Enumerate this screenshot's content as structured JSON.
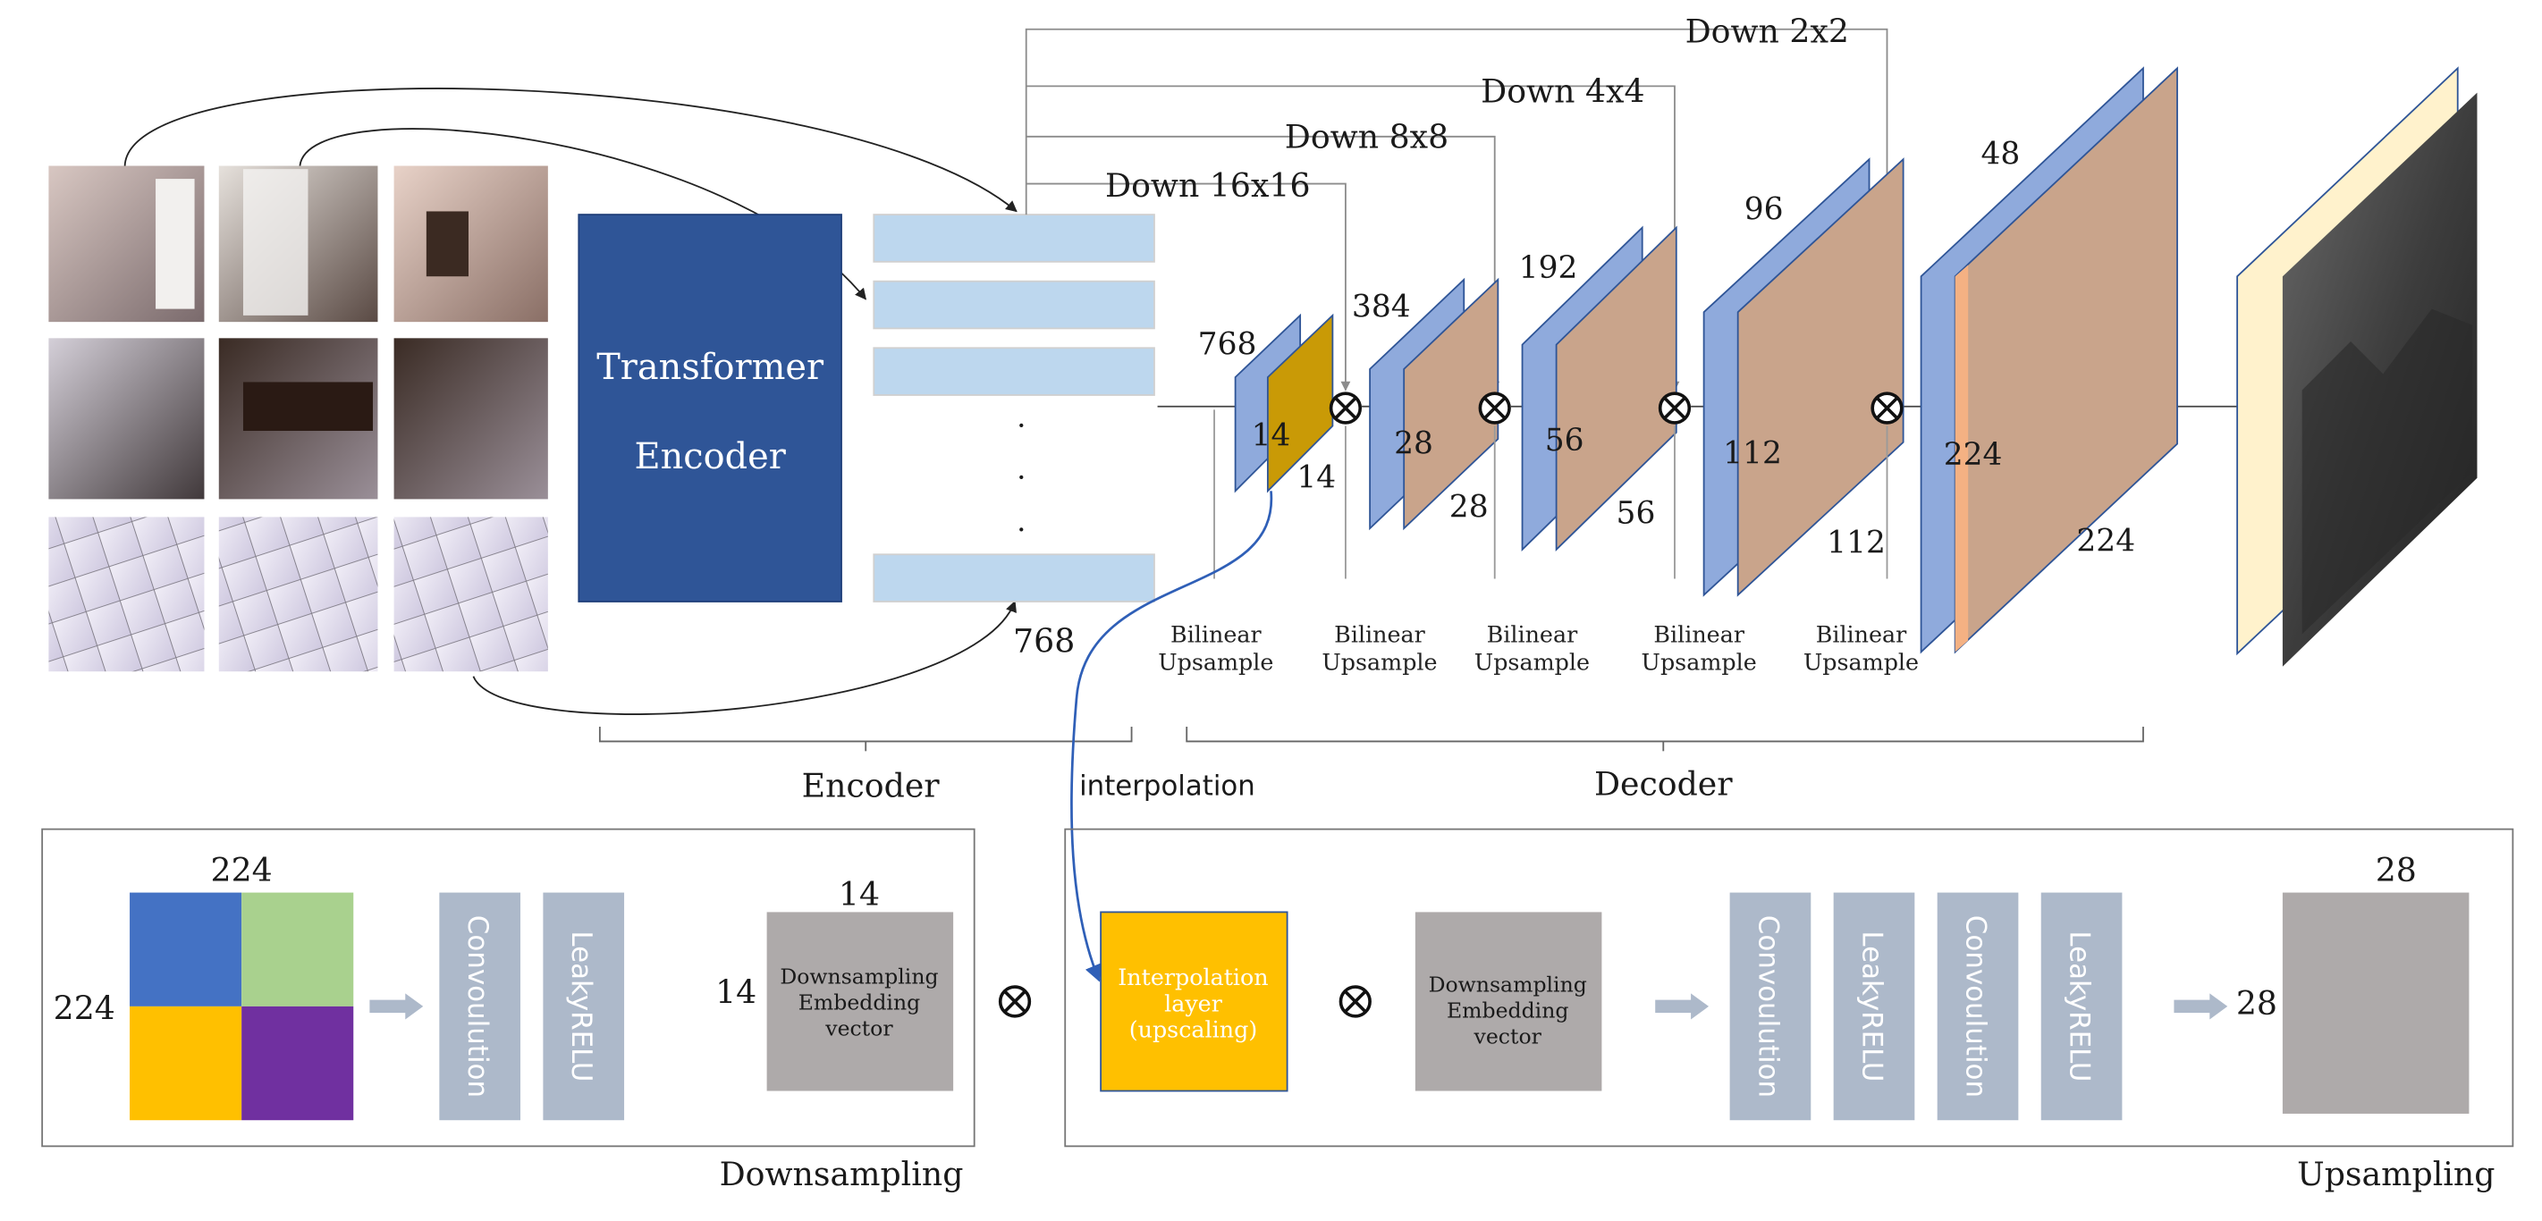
{
  "encoder": {
    "block_line1": "Transformer",
    "block_line2": "Encoder",
    "token_dim": "768",
    "dots": [
      "·",
      "·",
      "·"
    ],
    "section_label": "Encoder"
  },
  "skips": {
    "down16": "Down 16x16",
    "down8": "Down 8x8",
    "down4": "Down 4x4",
    "down2": "Down 2x2"
  },
  "decoder": {
    "section_label": "Decoder",
    "stage1": {
      "channels": "768",
      "h": "14",
      "w": "14"
    },
    "stage2": {
      "channels": "384",
      "h": "28",
      "w": "28"
    },
    "stage3": {
      "channels": "192",
      "h": "56",
      "w": "56"
    },
    "stage4": {
      "channels": "96",
      "h": "112",
      "w": "112"
    },
    "stage5": {
      "channels": "48",
      "h": "224",
      "w": "224"
    },
    "upsample_line1": "Bilinear",
    "upsample_line2": "Upsample",
    "interpolation": "interpolation"
  },
  "downsampling": {
    "section_label": "Downsampling",
    "grid_top": "224",
    "grid_left": "224",
    "quadrant_colors": [
      "#4472c4",
      "#a9d18e",
      "#ffc000",
      "#7030a0"
    ],
    "conv": "Convoulution",
    "relu": "LeakyRELU",
    "embed_top": "14",
    "embed_left": "14",
    "embed_line1": "Downsampling",
    "embed_line2": "Embedding",
    "embed_line3": "vector",
    "otimes": "⊗"
  },
  "upsampling": {
    "section_label": "Upsampling",
    "interp_line1": "Interpolation",
    "interp_line2": "layer",
    "interp_line3": "(upscaling)",
    "embed_line1": "Downsampling",
    "embed_line2": "Embedding",
    "embed_line3": "vector",
    "otimes": "⊗",
    "conv1": "Convoulution",
    "relu1": "LeakyRELU",
    "conv2": "Convoulution",
    "relu2": "LeakyRELU",
    "out_top": "28",
    "out_left": "28"
  },
  "colors": {
    "encoder_block": "#2f5597",
    "token": "#bdd7ee",
    "feature_blue": "#8faadc",
    "feature_tan": "#c9a48b",
    "feature_gold": "#c99a06",
    "interp_yellow": "#ffc000",
    "gray_block": "#aeaaaa",
    "slate_block": "#adb9ca"
  }
}
